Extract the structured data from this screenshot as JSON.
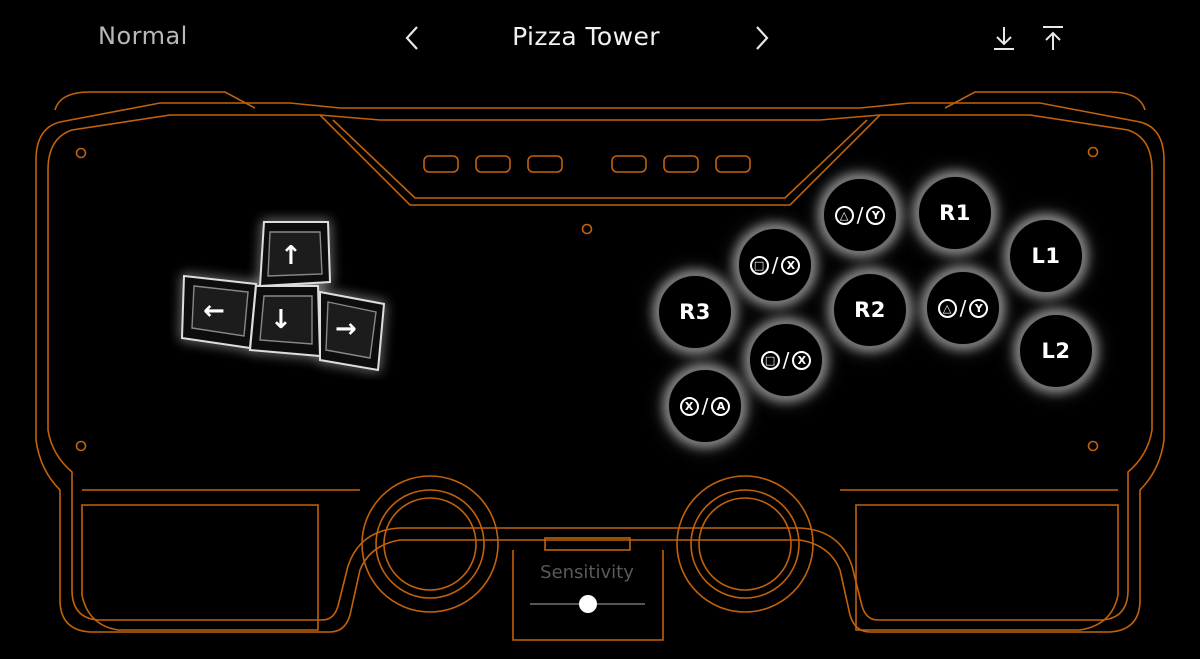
{
  "header": {
    "mode": "Normal",
    "profile": "Pizza Tower",
    "icons": [
      "chevron-left-icon",
      "chevron-right-icon",
      "download-icon",
      "upload-icon"
    ]
  },
  "buttons": [
    {
      "id": "triangle-y-top",
      "label_a": "△",
      "sep": "/",
      "label_b": "Y"
    },
    {
      "id": "r1",
      "label": "R1"
    },
    {
      "id": "l1",
      "label": "L1"
    },
    {
      "id": "square-x-top",
      "label_a": "□",
      "sep": "/",
      "label_b": "X"
    },
    {
      "id": "r3",
      "label": "R3"
    },
    {
      "id": "r2",
      "label": "R2"
    },
    {
      "id": "triangle-y-mid",
      "label_a": "△",
      "sep": "/",
      "label_b": "Y"
    },
    {
      "id": "l2",
      "label": "L2"
    },
    {
      "id": "square-x-bottom",
      "label_a": "□",
      "sep": "/",
      "label_b": "X"
    },
    {
      "id": "cross-a",
      "label_a": "X",
      "sep": "/",
      "label_b": "A"
    }
  ],
  "arrow_keys": [
    "↑",
    "←",
    "↓",
    "→"
  ],
  "sensitivity": {
    "label": "Sensitivity",
    "value": 0.5
  },
  "colors": {
    "outline": "#c2620b",
    "background": "#000000",
    "glow": "#ffffff"
  }
}
